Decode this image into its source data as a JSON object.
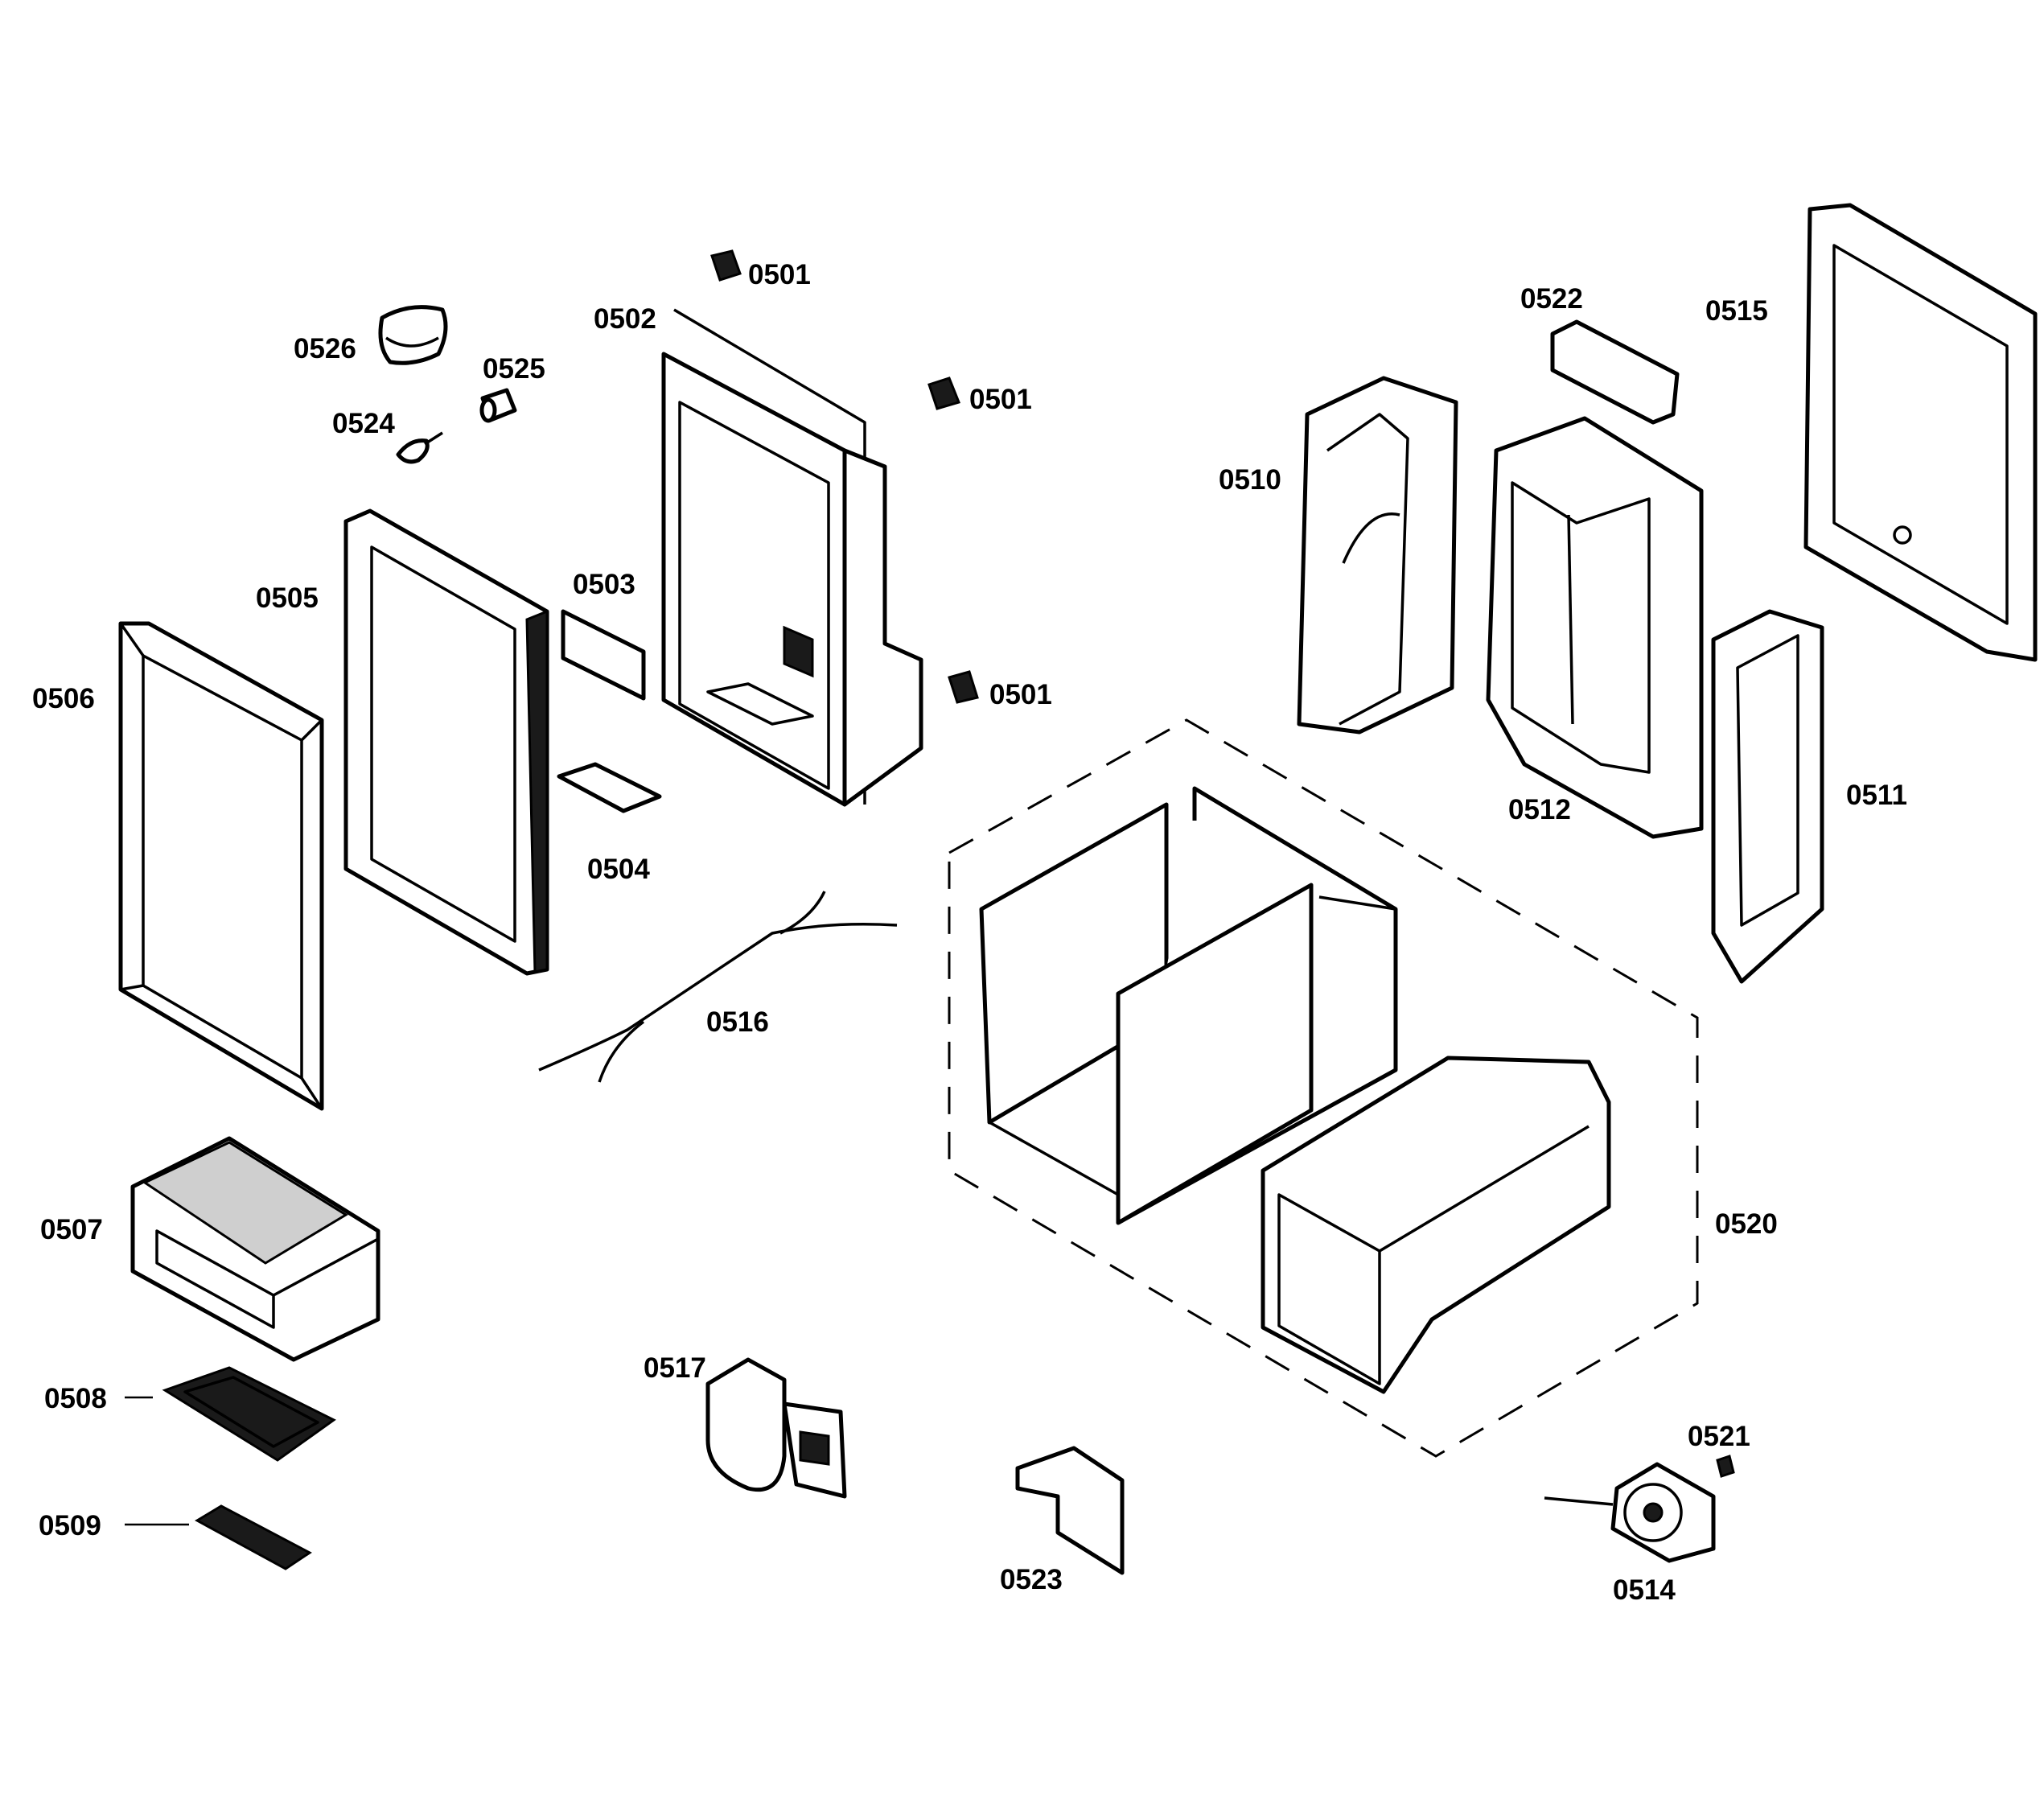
{
  "callouts": [
    {
      "id": "c0501a",
      "text": "0501"
    },
    {
      "id": "c0501b",
      "text": "0501"
    },
    {
      "id": "c0501c",
      "text": "0501"
    },
    {
      "id": "c0502",
      "text": "0502"
    },
    {
      "id": "c0503",
      "text": "0503"
    },
    {
      "id": "c0504",
      "text": "0504"
    },
    {
      "id": "c0505",
      "text": "0505"
    },
    {
      "id": "c0506",
      "text": "0506"
    },
    {
      "id": "c0507",
      "text": "0507"
    },
    {
      "id": "c0508",
      "text": "0508"
    },
    {
      "id": "c0509",
      "text": "0509"
    },
    {
      "id": "c0510",
      "text": "0510"
    },
    {
      "id": "c0511",
      "text": "0511"
    },
    {
      "id": "c0512",
      "text": "0512"
    },
    {
      "id": "c0514",
      "text": "0514"
    },
    {
      "id": "c0515",
      "text": "0515"
    },
    {
      "id": "c0516",
      "text": "0516"
    },
    {
      "id": "c0517",
      "text": "0517"
    },
    {
      "id": "c0520",
      "text": "0520"
    },
    {
      "id": "c0521",
      "text": "0521"
    },
    {
      "id": "c0522",
      "text": "0522"
    },
    {
      "id": "c0523",
      "text": "0523"
    },
    {
      "id": "c0524",
      "text": "0524"
    },
    {
      "id": "c0525",
      "text": "0525"
    },
    {
      "id": "c0526",
      "text": "0526"
    }
  ]
}
